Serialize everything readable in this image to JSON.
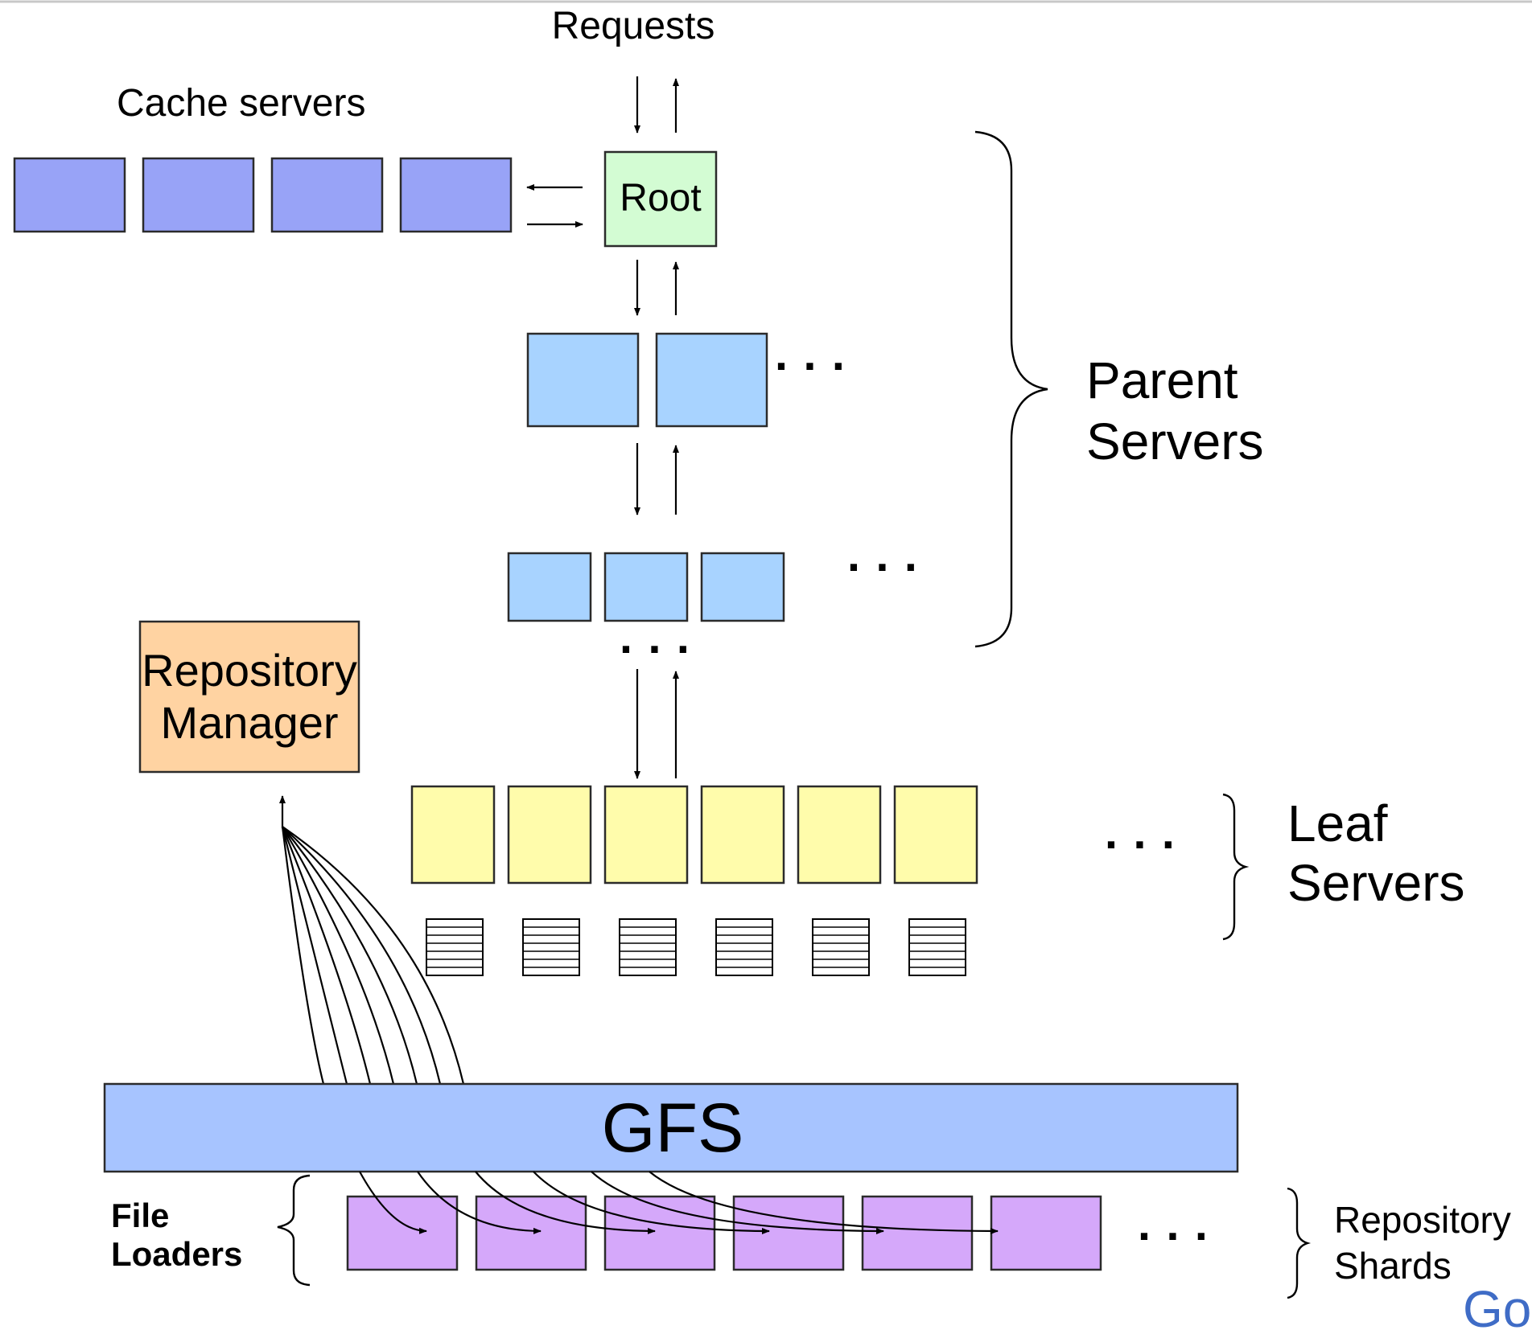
{
  "labels": {
    "requests": "Requests",
    "cache_servers": "Cache servers",
    "root": "Root",
    "parent_servers_line1": "Parent",
    "parent_servers_line2": "Servers",
    "repository_manager_line1": "Repository",
    "repository_manager_line2": "Manager",
    "leaf_servers_line1": "Leaf",
    "leaf_servers_line2": "Servers",
    "gfs": "GFS",
    "file_loaders_line1": "File",
    "file_loaders_line2": "Loaders",
    "repository_shards_line1": "Repository",
    "repository_shards_line2": "Shards",
    "ellipsis": "· · ·",
    "logo": "Go"
  },
  "colors": {
    "cache": "#98a3f7",
    "root": "#d3fcd3",
    "parent": "#a8d3ff",
    "leaf": "#fffcab",
    "repo_manager": "#ffd3a2",
    "gfs": "#a7c4ff",
    "file_loader": "#d5a8fa",
    "logo_blue": "#3f6cc6"
  },
  "counts": {
    "cache_servers": 4,
    "parent_level1": 2,
    "parent_level2": 3,
    "leaf_servers": 6,
    "leaf_disks": 6,
    "file_loaders": 6,
    "manager_curves": 7
  }
}
